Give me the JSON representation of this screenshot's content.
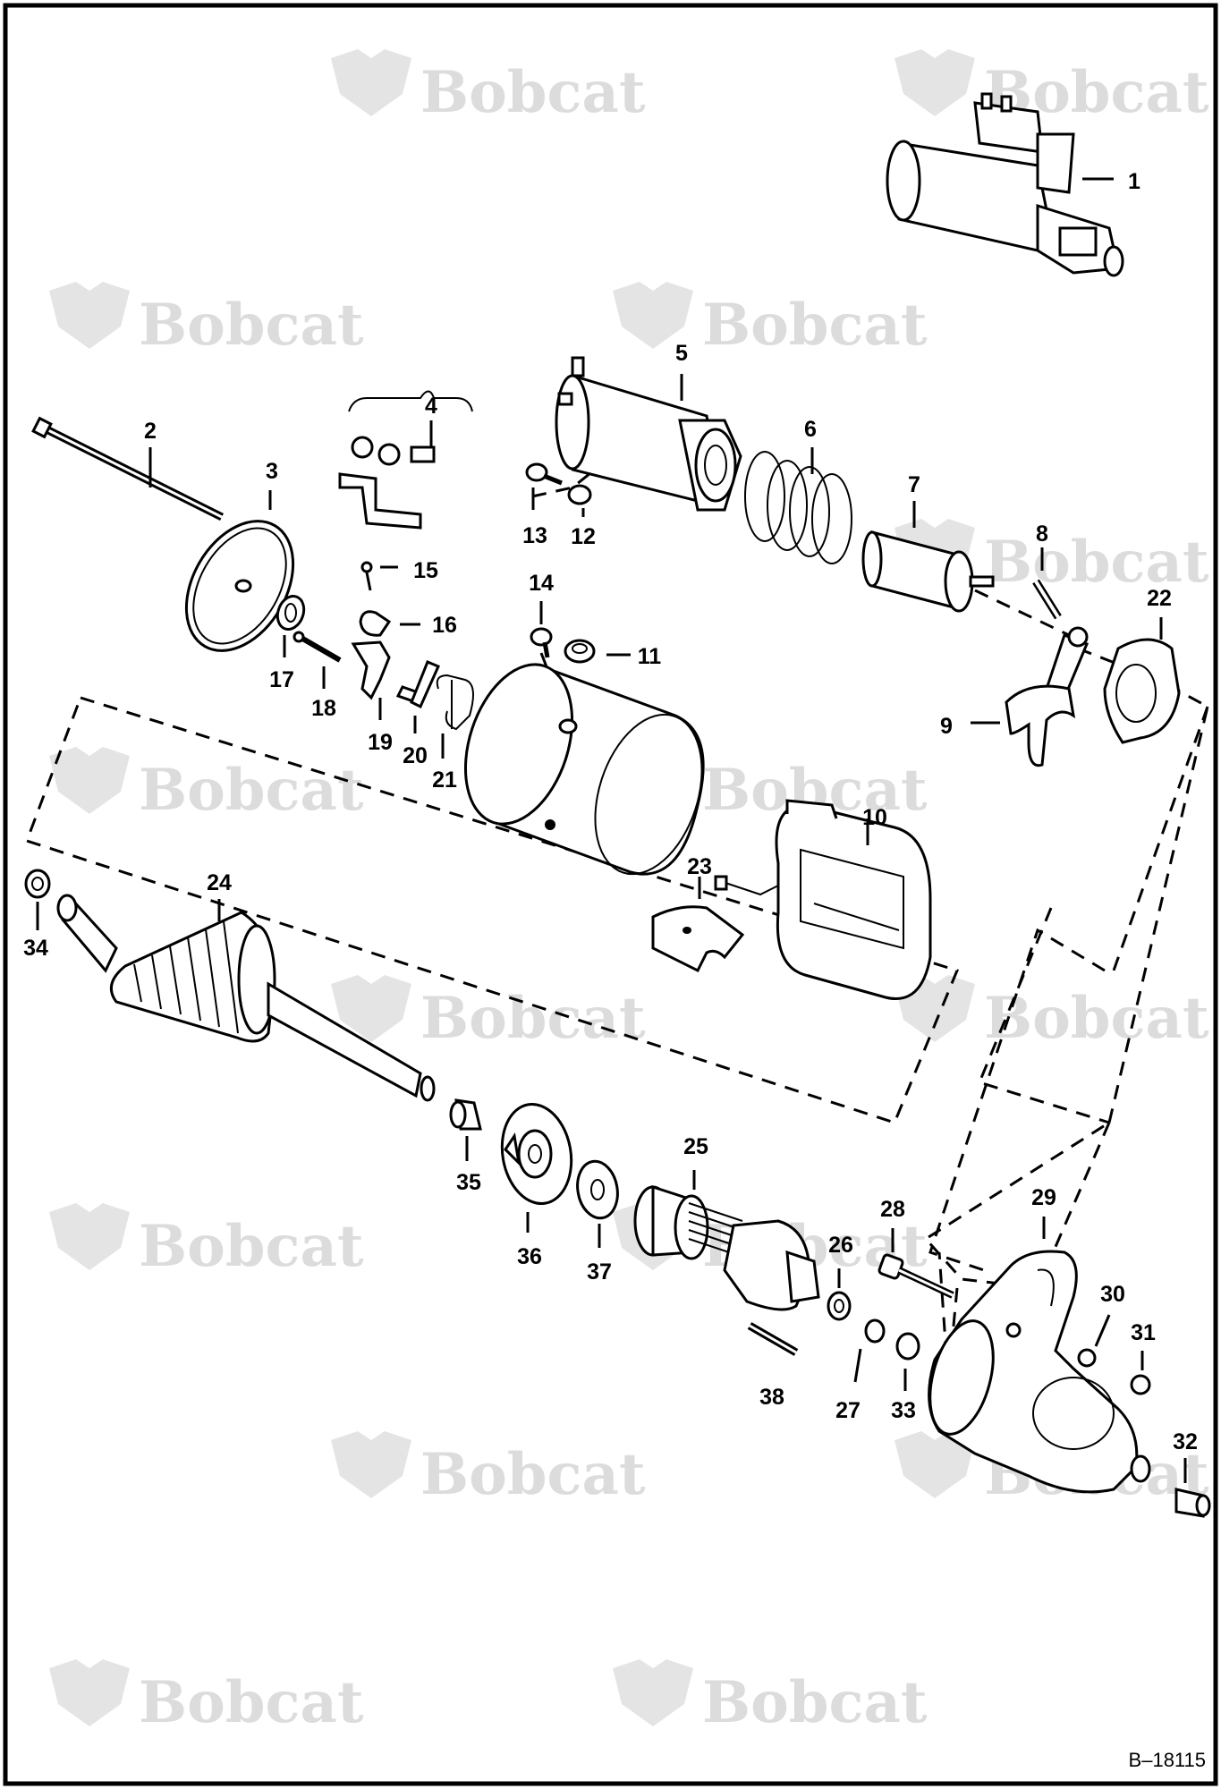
{
  "figure_ref": "B–18115",
  "watermark_text": "Bobcat",
  "callouts": [
    {
      "id": "1",
      "label": "1"
    },
    {
      "id": "2",
      "label": "2"
    },
    {
      "id": "3",
      "label": "3"
    },
    {
      "id": "4",
      "label": "4"
    },
    {
      "id": "5",
      "label": "5"
    },
    {
      "id": "6",
      "label": "6"
    },
    {
      "id": "7",
      "label": "7"
    },
    {
      "id": "8",
      "label": "8"
    },
    {
      "id": "9",
      "label": "9"
    },
    {
      "id": "10",
      "label": "10"
    },
    {
      "id": "11",
      "label": "11"
    },
    {
      "id": "12",
      "label": "12"
    },
    {
      "id": "13",
      "label": "13"
    },
    {
      "id": "14",
      "label": "14"
    },
    {
      "id": "15",
      "label": "15"
    },
    {
      "id": "16",
      "label": "16"
    },
    {
      "id": "17",
      "label": "17"
    },
    {
      "id": "18",
      "label": "18"
    },
    {
      "id": "19",
      "label": "19"
    },
    {
      "id": "20",
      "label": "20"
    },
    {
      "id": "21",
      "label": "21"
    },
    {
      "id": "22",
      "label": "22"
    },
    {
      "id": "23",
      "label": "23"
    },
    {
      "id": "24",
      "label": "24"
    },
    {
      "id": "25",
      "label": "25"
    },
    {
      "id": "26",
      "label": "26"
    },
    {
      "id": "27",
      "label": "27"
    },
    {
      "id": "28",
      "label": "28"
    },
    {
      "id": "29",
      "label": "29"
    },
    {
      "id": "30",
      "label": "30"
    },
    {
      "id": "31",
      "label": "31"
    },
    {
      "id": "32",
      "label": "32"
    },
    {
      "id": "33",
      "label": "33"
    },
    {
      "id": "34",
      "label": "34"
    },
    {
      "id": "35",
      "label": "35"
    },
    {
      "id": "36",
      "label": "36"
    },
    {
      "id": "37",
      "label": "37"
    },
    {
      "id": "38",
      "label": "38"
    }
  ]
}
